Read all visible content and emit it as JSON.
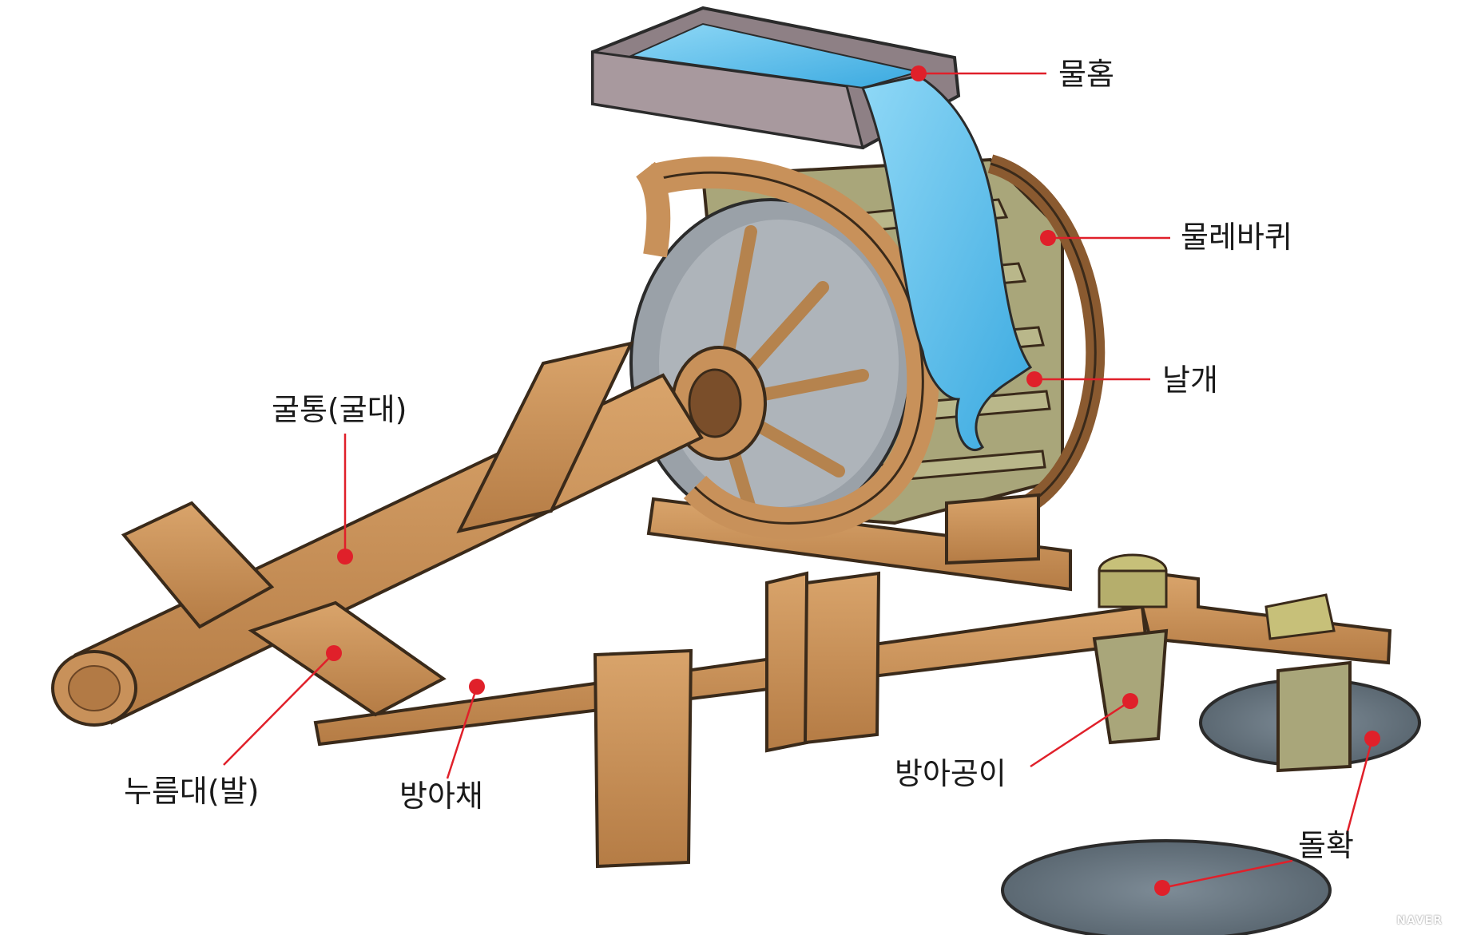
{
  "labels": {
    "flume": "물홈",
    "waterwheel": "물레바퀴",
    "blade": "날개",
    "axle": "굴통(굴대)",
    "pressing_bar": "누름대(발)",
    "pestle_arm": "방아채",
    "pestle": "방아공이",
    "mortar": "돌확"
  },
  "watermark": "NAVER",
  "colors": {
    "leader": "#e0202a",
    "wood": "#c8915a",
    "wood_dark": "#8a5a30",
    "water": "#5cc0ec",
    "stone": "#8f979e",
    "flume": "#8e8085",
    "blade_panel": "#a9a67a"
  }
}
